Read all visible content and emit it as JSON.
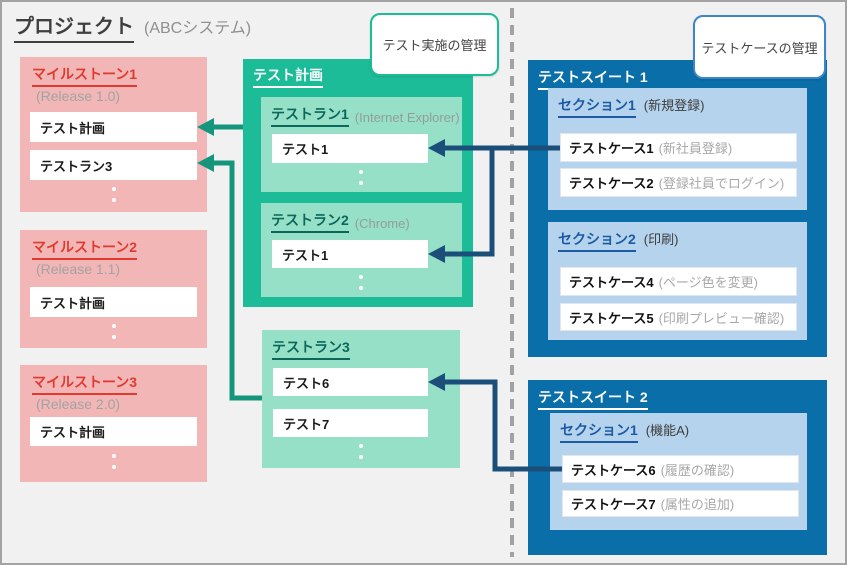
{
  "title": {
    "main": "プロジェクト",
    "sub": "(ABCシステム)"
  },
  "callouts": {
    "execution": "テスト実施の管理",
    "cases": "テストケースの管理"
  },
  "milestones": [
    {
      "title": "マイルストーン1",
      "release": "(Release 1.0)",
      "items": [
        "テスト計画",
        "テストラン3"
      ]
    },
    {
      "title": "マイルストーン2",
      "release": "(Release 1.1)",
      "items": [
        "テスト計画"
      ]
    },
    {
      "title": "マイルストーン3",
      "release": "(Release 2.0)",
      "items": [
        "テスト計画"
      ]
    }
  ],
  "test_plan": {
    "title": "テスト計画",
    "runs": [
      {
        "title": "テストラン1",
        "note": "(Internet Explorer)",
        "tests": [
          "テスト1"
        ]
      },
      {
        "title": "テストラン2",
        "note": "(Chrome)",
        "tests": [
          "テスト1"
        ]
      }
    ]
  },
  "test_run3": {
    "title": "テストラン3",
    "tests": [
      "テスト6",
      "テスト7"
    ]
  },
  "suites": [
    {
      "title": "テストスイート 1",
      "sections": [
        {
          "title": "セクション1",
          "note": "(新規登録)",
          "cases": [
            {
              "name": "テストケース1",
              "note": "(新社員登録)"
            },
            {
              "name": "テストケース2",
              "note": "(登録社員でログイン)"
            }
          ]
        },
        {
          "title": "セクション2",
          "note": "(印刷)",
          "cases": [
            {
              "name": "テストケース4",
              "note": "(ページ色を変更)"
            },
            {
              "name": "テストケース5",
              "note": "(印刷プレビュー確認)"
            }
          ]
        }
      ]
    },
    {
      "title": "テストスイート 2",
      "sections": [
        {
          "title": "セクション1",
          "note": "(機能A)",
          "cases": [
            {
              "name": "テストケース6",
              "note": "(履歴の確認)"
            },
            {
              "name": "テストケース7",
              "note": "(属性の追加)"
            }
          ]
        }
      ]
    }
  ],
  "palette": {
    "background": "#f1f1f1",
    "outer_border": "#a3a3a3",
    "milestone_pink": "#f2b6b6",
    "milestone_title_red": "#e03a30",
    "plan_teal": "#1dbc98",
    "run_light_green": "#96e0c8",
    "run_title_teal": "#0b675a",
    "suite_blue": "#0a6fa8",
    "section_light_blue": "#b5d3ec",
    "section_title_blue": "#1b5aa5",
    "arrow_teal": "#15967c",
    "arrow_navy": "#1b4e79",
    "divider_gray": "#a2a2a2",
    "muted_gray": "#a3a3a3"
  }
}
